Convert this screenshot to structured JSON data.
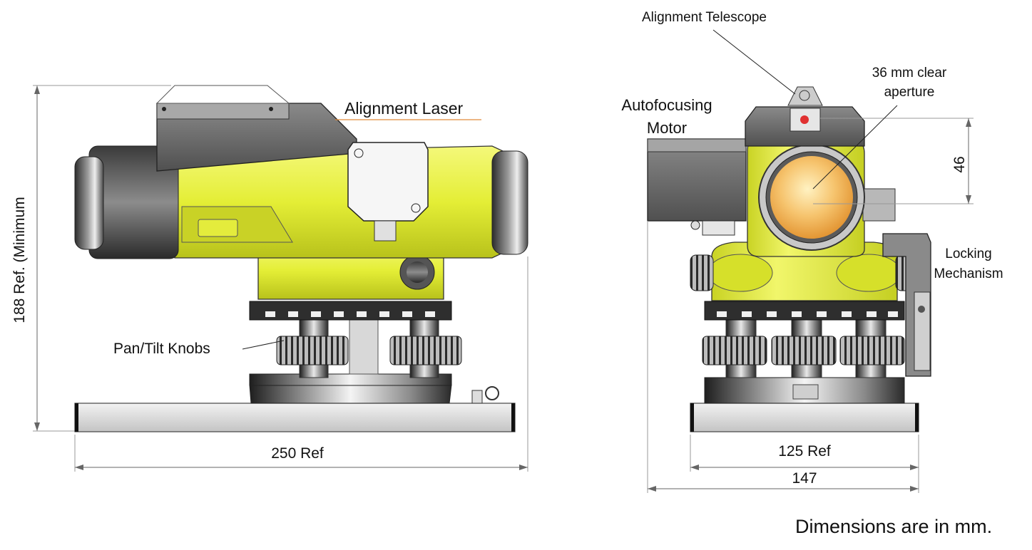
{
  "labels": {
    "alignment_laser": "Alignment Laser",
    "pan_tilt_knobs": "Pan/Tilt Knobs",
    "height_dimension": "188 Ref. (Minimum",
    "width_side": "250 Ref",
    "alignment_telescope": "Alignment Telescope",
    "clear_aperture_line1": "36 mm clear",
    "clear_aperture_line2": "aperture",
    "autofocus_line1": "Autofocusing",
    "autofocus_line2": "Motor",
    "locking_line1": "Locking",
    "locking_line2": "Mechanism",
    "offset_46": "46",
    "width_front_ref": "125 Ref",
    "width_front_total": "147",
    "units_note": "Dimensions are in mm."
  },
  "colors": {
    "body_yellow": "#e6ef3a",
    "body_yellow_dark": "#b9c41c",
    "housing_gray": "#6f6f6f",
    "housing_dark": "#3a3a3a",
    "leader_orange": "#e08a3a",
    "lens_orange": "#f4b35a"
  }
}
